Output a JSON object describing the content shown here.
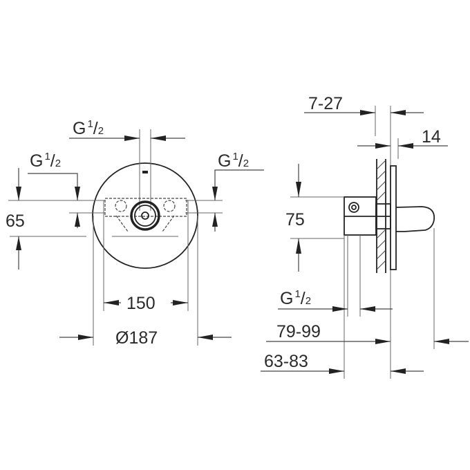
{
  "front_view": {
    "labels": {
      "top_connection": {
        "main": "G",
        "sup": "1",
        "sub": "2"
      },
      "left_connection": {
        "main": "G",
        "sup": "1",
        "sub": "2"
      },
      "right_connection": {
        "main": "G",
        "sup": "1",
        "sub": "2"
      },
      "height_65": "65",
      "width_150": "150",
      "diameter_187": "Ø187"
    }
  },
  "side_view": {
    "labels": {
      "depth_7_27": "7-27",
      "plate_14": "14",
      "height_75": "75",
      "bottom_connection": {
        "main": "G",
        "sup": "1",
        "sub": "2"
      },
      "depth_79_99": "79-99",
      "depth_63_83": "63-83"
    }
  }
}
